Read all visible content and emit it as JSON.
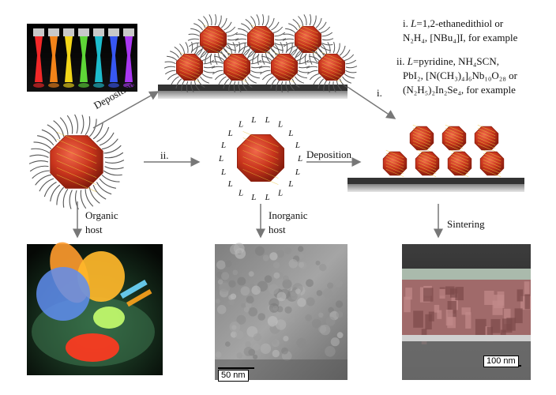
{
  "labels": {
    "deposition_top": "Deposition",
    "deposition_mid": "Deposition",
    "step_ii": "ii.",
    "step_i": "i.",
    "organic_host_1": "Organic",
    "organic_host_2": "host",
    "inorganic_host_1": "Inorganic",
    "inorganic_host_2": "host",
    "sintering": "Sintering",
    "ligand": "L"
  },
  "notes": {
    "i_marker": "i.",
    "i_line1_pre": "L",
    "i_line1_rest": "=1,2-ethanedithiol or",
    "i_line2": "N₂H₄, [NBu₄]I, for example",
    "ii_marker": "ii.",
    "ii_line1_pre": "L",
    "ii_line1_rest": "=pyridine, NH₄SCN,",
    "ii_line2": "PbI₂, [N(CH₃)₄]₆Nb₁₀O₂₈ or",
    "ii_line3": "(N₂H₅)₂In₂Se₄, for example"
  },
  "scalebars": {
    "middle": "50 nm",
    "right": "100 nm"
  },
  "colors": {
    "nanocrystal": "#c8341c",
    "nanocrystal_dark": "#8e1f0f",
    "facet_line": "#e9c23a",
    "ligand": "#555555",
    "substrate_top": "#3a3a3a",
    "arrow": "#777777"
  }
}
